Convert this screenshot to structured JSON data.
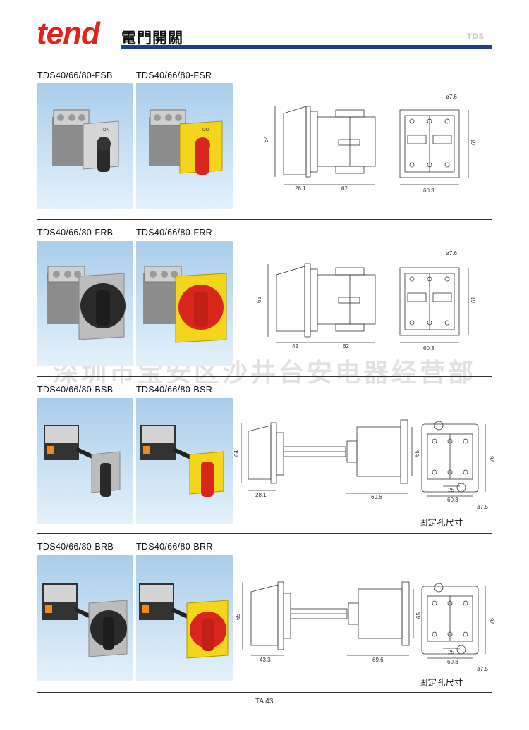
{
  "header": {
    "logo": "tend",
    "title": "電門開關",
    "series": "TDS"
  },
  "watermark": "深圳市宝安区沙井台安电器经营部",
  "sections": [
    {
      "label_left": "TDS40/66/80-FSB",
      "label_right": "TDS40/66/80-FSR",
      "dims": {
        "height": "64",
        "depth_front": "28.1",
        "depth_body": "62",
        "front_width": "60.3",
        "front_height": "61",
        "hole": "ø7.6"
      }
    },
    {
      "label_left": "TDS40/66/80-FRB",
      "label_right": "TDS40/66/80-FRR",
      "dims": {
        "height": "65",
        "depth_front": "42",
        "depth_body": "62",
        "front_width": "60.3",
        "front_height": "61",
        "hole": "ø7.6"
      }
    },
    {
      "label_left": "TDS40/66/80-BSB",
      "label_right": "TDS40/66/80-BSR",
      "dims": {
        "height": "64",
        "depth_front": "28.1",
        "depth_body": "69.6",
        "body_height": "65",
        "front_width": "60.3",
        "front_height": "76",
        "slot": "25",
        "hole": "ø7.5"
      },
      "caption": "固定孔尺寸"
    },
    {
      "label_left": "TDS40/66/80-BRB",
      "label_right": "TDS40/66/80-BRR",
      "dims": {
        "height": "65",
        "depth_front": "43.3",
        "depth_body": "69.6",
        "body_height": "65",
        "front_width": "60.3",
        "front_height": "76",
        "slot": "25",
        "hole": "ø7.5"
      },
      "caption": "固定孔尺寸"
    }
  ],
  "footer": {
    "page": "TA 43"
  },
  "colors": {
    "red": "#e3231b",
    "blue_bar": "#1f3d93",
    "yellow": "#f3d51c",
    "knob_red": "#d9261c",
    "knob_black": "#2a2a2a"
  }
}
